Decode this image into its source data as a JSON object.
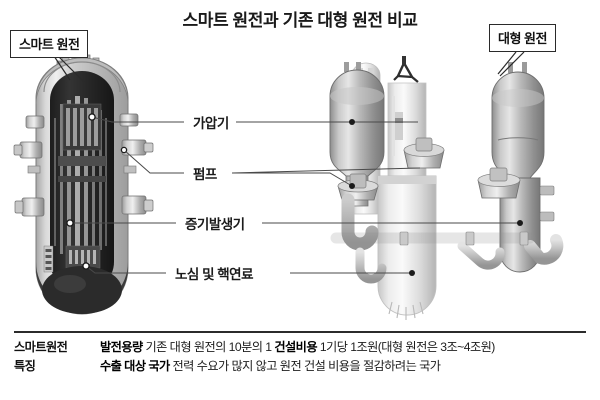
{
  "header": {
    "title": "스마트 원전과 기존 대형 원전 비교"
  },
  "callouts": {
    "smart": "스마트 원전",
    "large": "대형 원전"
  },
  "diagram": {
    "labels": [
      {
        "id": "pressurizer",
        "text": "가압기"
      },
      {
        "id": "pump",
        "text": "펌프"
      },
      {
        "id": "steam_gen",
        "text": "증기발생기"
      },
      {
        "id": "core_fuel",
        "text": "노심 및 핵연료"
      }
    ]
  },
  "fact_table": {
    "rows": [
      {
        "key": "스마트원전",
        "segments": [
          {
            "text": "발전용량",
            "bold": true
          },
          {
            "text": " 기존 대형 원전의 10분의 1  ",
            "bold": false
          },
          {
            "text": "건설비용",
            "bold": true
          },
          {
            "text": " 1기당 1조원(대형 원전은 3조~4조원)",
            "bold": false
          }
        ]
      },
      {
        "key": "특징",
        "segments": [
          {
            "text": "수출 대상 국가",
            "bold": true
          },
          {
            "text": " 전력 수요가 많지 않고 원전 건설 비용을 절감하려는 국가",
            "bold": false
          }
        ]
      }
    ]
  },
  "colors": {
    "background": "#ffffff",
    "ink": "#231f20",
    "rule": "#2b2b2b",
    "leader": "#4a4a4a",
    "metal_light": "#d8d8d8",
    "metal_mid": "#a8a8a8",
    "metal_dark": "#6e6e6e",
    "cutaway_dark": "#2c2c2c"
  }
}
